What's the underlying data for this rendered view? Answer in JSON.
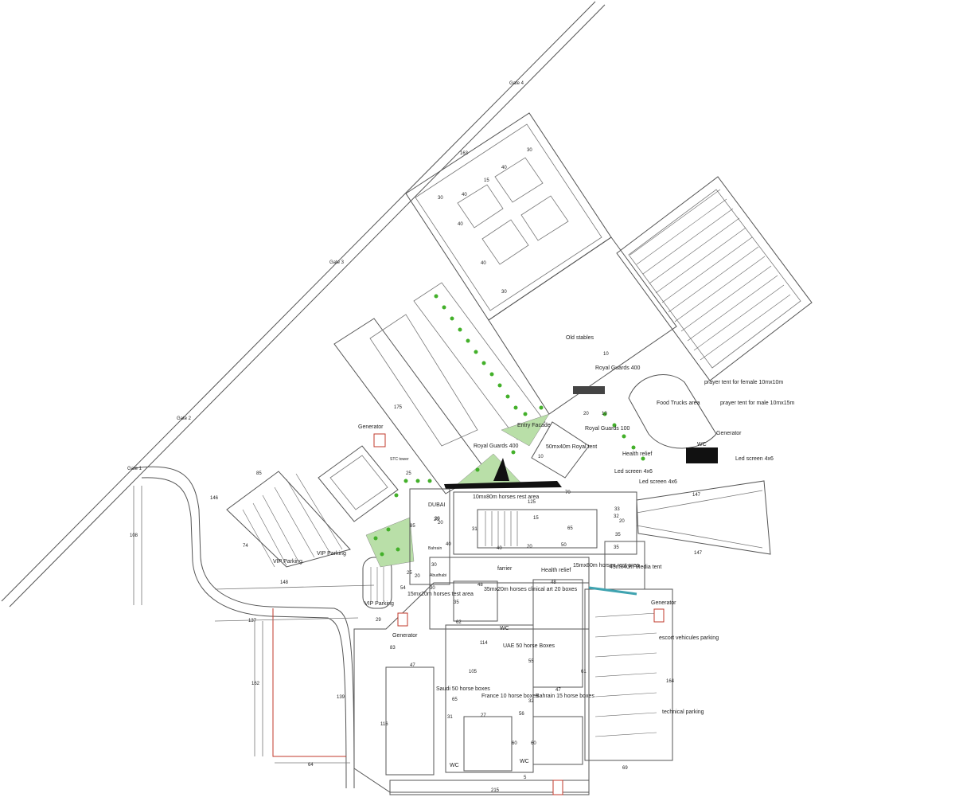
{
  "gates": [
    "Gate 1",
    "Gate 2",
    "Gate 3",
    "Gate 4"
  ],
  "labels": {
    "old_stables": "Old stables",
    "royal_guards_400_top": "Royal Guards 400",
    "royal_guards_400_left": "Royal Guards 400",
    "royal_guards_100": "Royal Guards 100",
    "entry_facade": "Entry Facade",
    "royal_tent": "50mx40m Royal tent",
    "food_trucks": "Food Trucks area",
    "prayer_female": "prayer tent for female 10mx10m",
    "prayer_male": "prayer tent for male 10mx15m",
    "generator_a": "Generator",
    "generator_b": "Generator",
    "generator_c": "Generator",
    "generator_d": "Generator",
    "wc_a": "WC",
    "wc_b": "WC",
    "wc_c": "WC",
    "wc_d": "WC",
    "health_relief_a": "Health relief",
    "health_relief_b": "Health relief",
    "led_screen_a": "Led screen 4x6",
    "led_screen_b": "Led screen 4x6",
    "led_screen_c": "Led screen 4x6",
    "vip_parking_a": "VIP Parking",
    "vip_parking_b": "VIP Parking",
    "vip_parking_c": "VIP Parking",
    "stc": "STC tower",
    "dubai": "DUBAI",
    "bahrain_small": "Bahrain",
    "abudhabi": "Abudhabi",
    "horses_rest_area": "10mx80m horses rest area",
    "horses_rest_area_b": "15mx80m horses rest area",
    "media_tent": "45mx40m Media tent",
    "farrier": "farrier",
    "horses_test_area": "15mx20m horses test area",
    "horses_clinical": "35mx20m horses clinical art 20 boxes",
    "uae_boxes": "UAE 50 horse Boxes",
    "saudi_boxes": "Saudi 50 horse boxes",
    "france_boxes": "France 10 horse boxes",
    "bahrain_boxes": "Bahrain 15 horse boxes",
    "escort_parking": "escort vehicules parking",
    "technical_parking": "technical parking"
  },
  "dimensions": [
    "163",
    "30",
    "40",
    "40",
    "15",
    "30",
    "30",
    "40",
    "40",
    "175",
    "85",
    "146",
    "74",
    "148",
    "108",
    "137",
    "162",
    "139",
    "64",
    "83",
    "114",
    "105",
    "65",
    "47",
    "116",
    "31",
    "27",
    "60",
    "60",
    "56",
    "55",
    "47",
    "32",
    "61",
    "215",
    "5",
    "69",
    "164",
    "147",
    "147",
    "125",
    "33",
    "32",
    "20",
    "35",
    "65",
    "31",
    "20",
    "40",
    "10",
    "20",
    "30",
    "20",
    "25",
    "50",
    "85",
    "20",
    "54",
    "29",
    "48",
    "48",
    "35",
    "62",
    "25",
    "40",
    "20",
    "30",
    "35",
    "15",
    "20",
    "70",
    "10",
    "10"
  ],
  "colors": {
    "line": "#555555",
    "green_area": "#b9dfa8",
    "tree": "#43b02a",
    "red_boundary": "#c0392b",
    "entry_block": "#111111"
  }
}
